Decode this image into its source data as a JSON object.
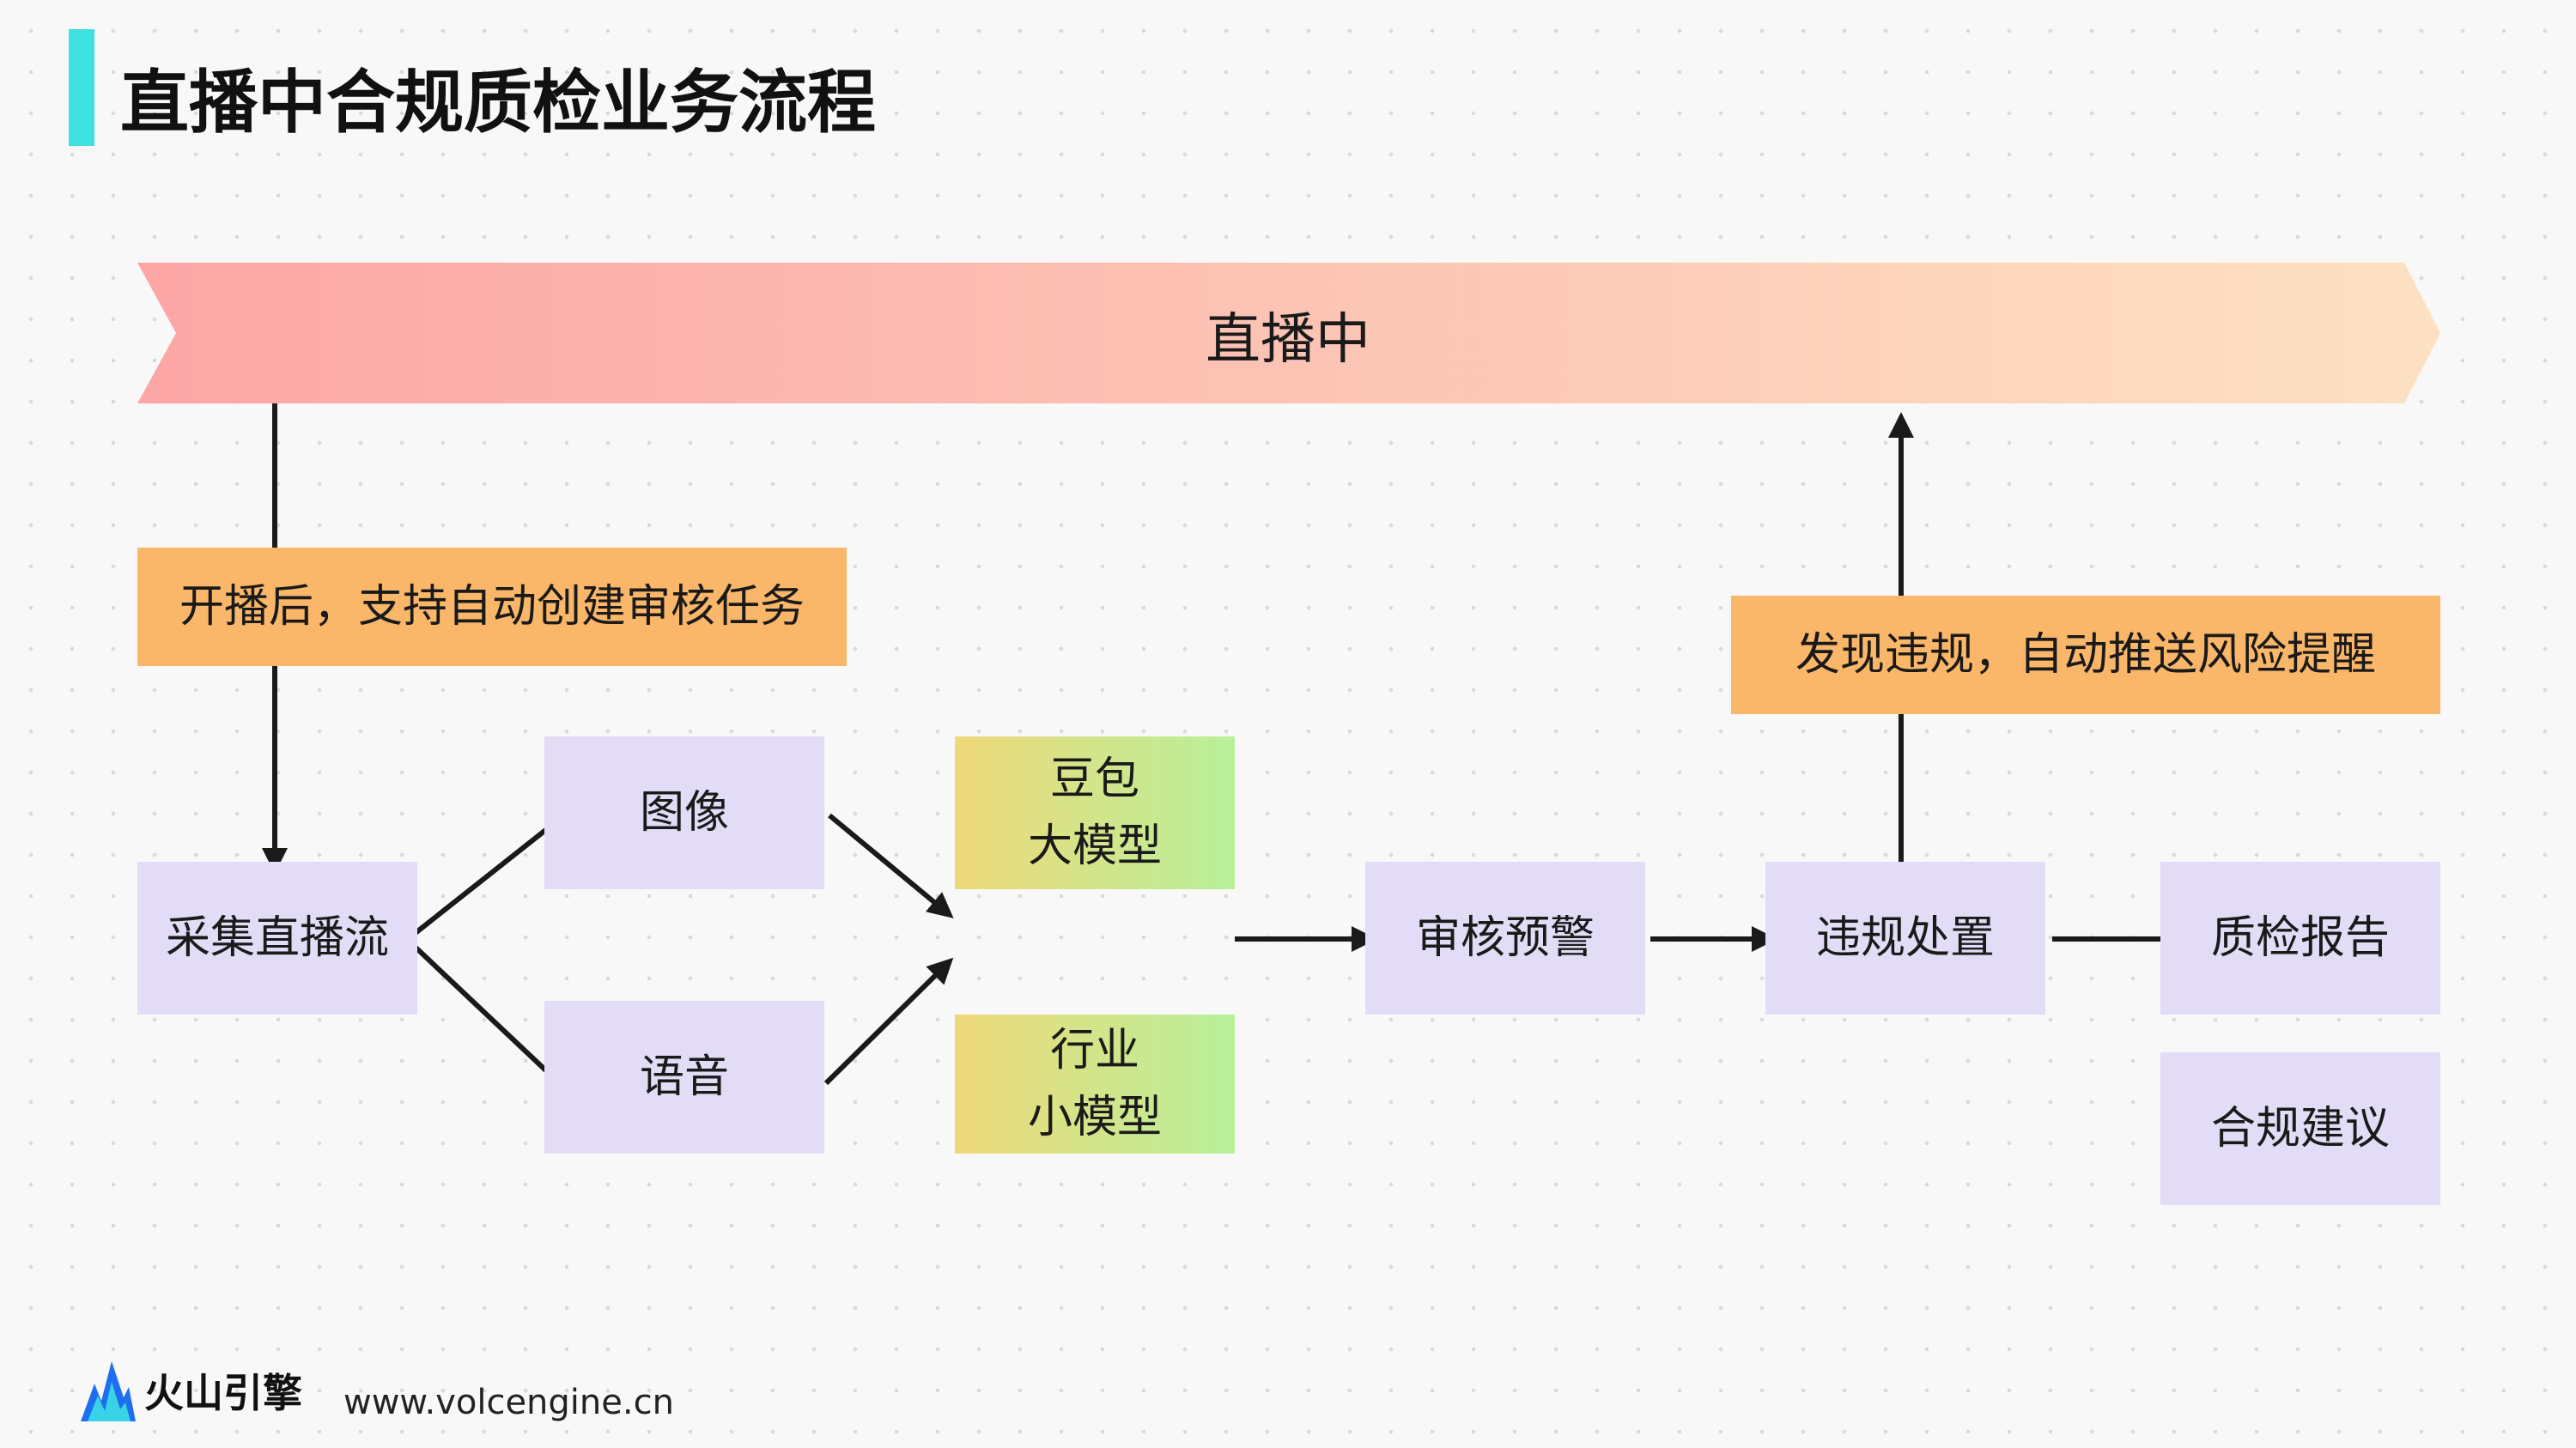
{
  "title": "直播中合规质检业务流程",
  "banner": {
    "label": "直播中"
  },
  "nodes": {
    "auto_create": "开播后，支持自动创建审核任务",
    "collect": "采集直播流",
    "image": "图像",
    "voice": "语音",
    "doubao_line1": "豆包",
    "doubao_line2": "大模型",
    "industry_line1": "行业",
    "industry_line2": "小模型",
    "audit_warning": "审核预警",
    "violation_handling": "违规处置",
    "risk_alert": "发现违规，自动推送风险提醒",
    "quality_report": "质检报告",
    "compliance_advice": "合规建议"
  },
  "footer": {
    "brand": "火山引擎",
    "url": "www.volcengine.cn"
  },
  "colors": {
    "title_accent": "#3ee0e0",
    "purple_box": "#e3dcf6",
    "orange_box": "#fbb769",
    "banner_start": "#fca6a6",
    "banner_end": "#fde1c2",
    "model_start": "#efd97a",
    "model_end": "#b8f09a",
    "arrow": "#1a1a1a"
  }
}
